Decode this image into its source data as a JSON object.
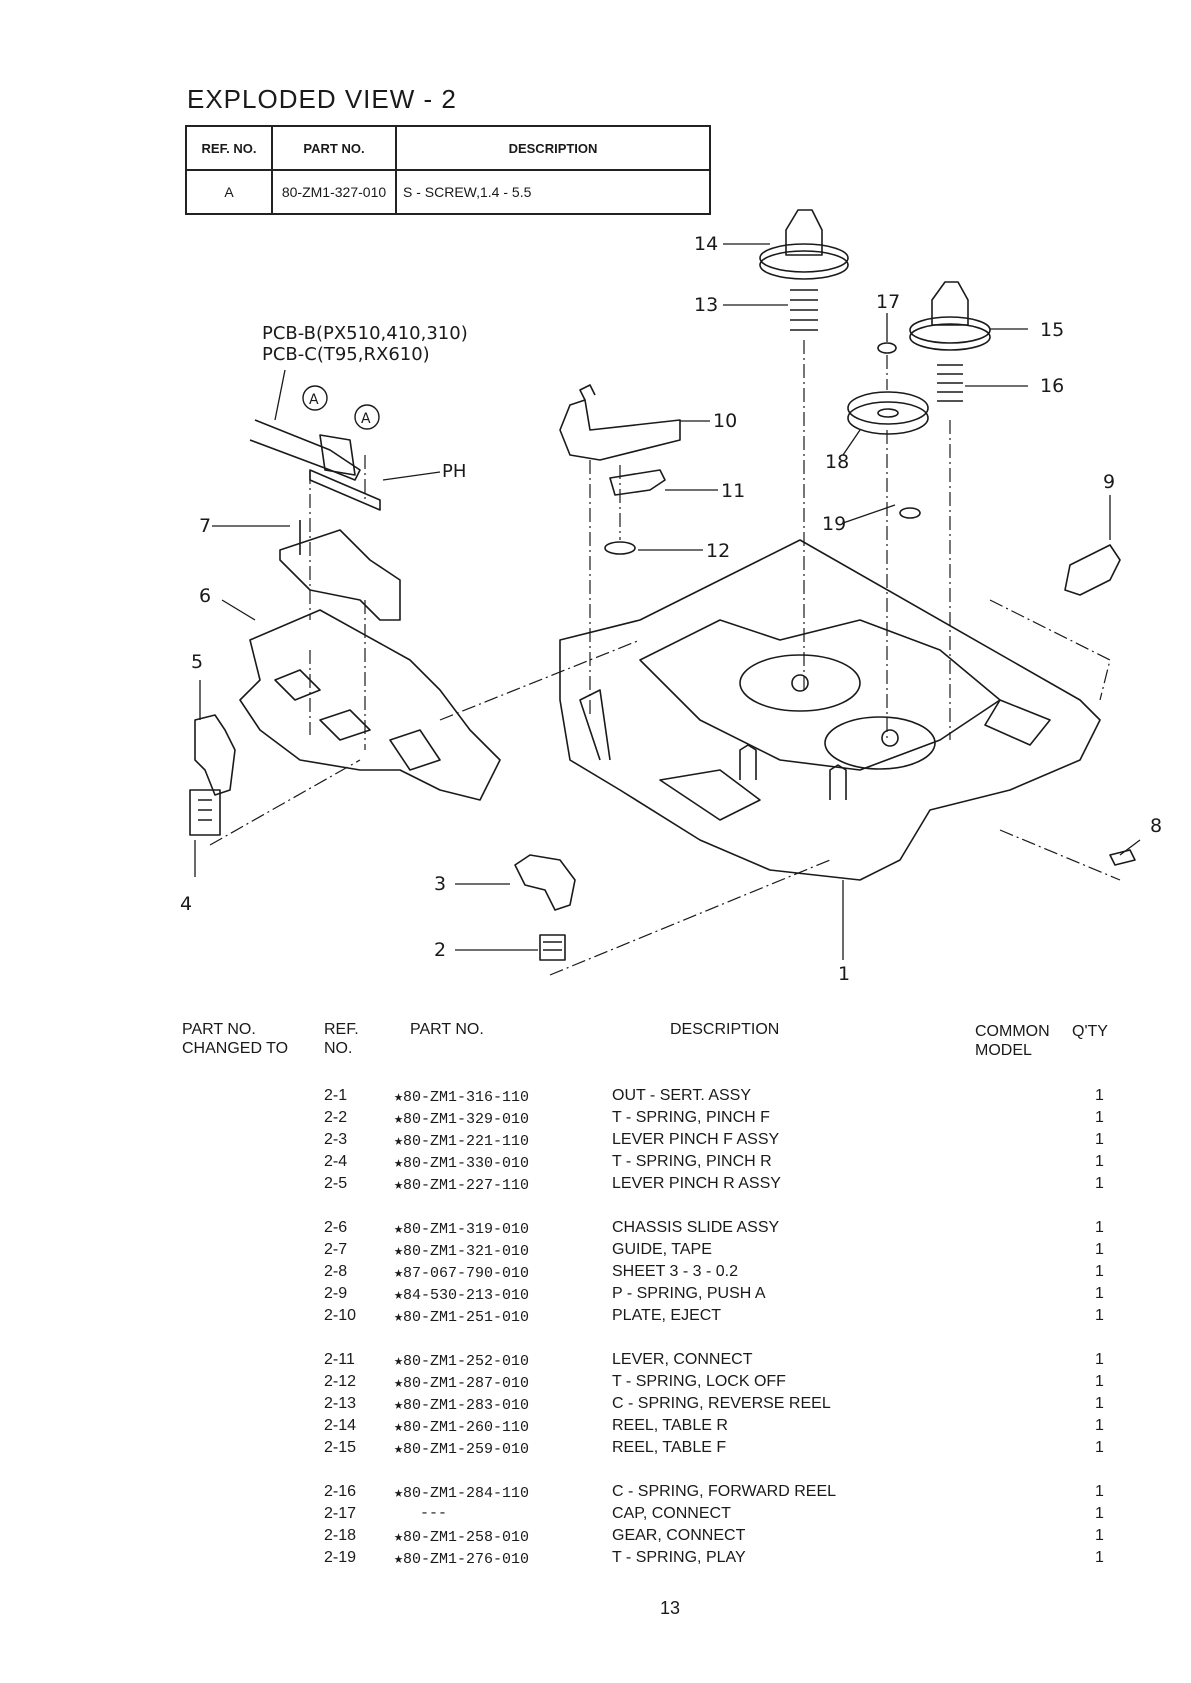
{
  "page_title": "EXPLODED VIEW - 2",
  "ref_table": {
    "headers": {
      "ref_no": "REF. NO.",
      "part_no": "PART NO.",
      "description": "DESCRIPTION"
    },
    "rows": [
      {
        "ref_no": "A",
        "part_no": "80-ZM1-327-010",
        "description": "S - SCREW,1.4 - 5.5"
      }
    ]
  },
  "diagram": {
    "pcb_label_1": "PCB-B(PX510,410,310)",
    "pcb_label_2": "PCB-C(T95,RX610)",
    "ph_label": "PH",
    "screw_marker": "A",
    "callouts": [
      "1",
      "2",
      "3",
      "4",
      "5",
      "6",
      "7",
      "8",
      "9",
      "10",
      "11",
      "12",
      "13",
      "14",
      "15",
      "16",
      "17",
      "18",
      "19"
    ]
  },
  "parts_list": {
    "headers": {
      "changed_to": "PART NO.\nCHANGED TO",
      "ref_no": "REF.\nNO.",
      "part_no": "PART NO.",
      "description": "DESCRIPTION",
      "common_model": "COMMON\nMODEL",
      "qty": "Q'TY"
    },
    "rows": [
      {
        "ref": "2-1",
        "part": "★80-ZM1-316-110",
        "desc": "OUT - SERT. ASSY",
        "qty": "1"
      },
      {
        "ref": "2-2",
        "part": "★80-ZM1-329-010",
        "desc": "T - SPRING, PINCH F",
        "qty": "1"
      },
      {
        "ref": "2-3",
        "part": "★80-ZM1-221-110",
        "desc": "LEVER PINCH F ASSY",
        "qty": "1"
      },
      {
        "ref": "2-4",
        "part": "★80-ZM1-330-010",
        "desc": "T - SPRING, PINCH R",
        "qty": "1"
      },
      {
        "ref": "2-5",
        "part": "★80-ZM1-227-110",
        "desc": "LEVER PINCH R ASSY",
        "qty": "1"
      },
      {
        "ref": "2-6",
        "part": "★80-ZM1-319-010",
        "desc": "CHASSIS SLIDE ASSY",
        "qty": "1"
      },
      {
        "ref": "2-7",
        "part": "★80-ZM1-321-010",
        "desc": "GUIDE, TAPE",
        "qty": "1"
      },
      {
        "ref": "2-8",
        "part": "★87-067-790-010",
        "desc": "SHEET 3 - 3 - 0.2",
        "qty": "1"
      },
      {
        "ref": "2-9",
        "part": "★84-530-213-010",
        "desc": "P - SPRING, PUSH A",
        "qty": "1"
      },
      {
        "ref": "2-10",
        "part": "★80-ZM1-251-010",
        "desc": "PLATE, EJECT",
        "qty": "1"
      },
      {
        "ref": "2-11",
        "part": "★80-ZM1-252-010",
        "desc": "LEVER, CONNECT",
        "qty": "1"
      },
      {
        "ref": "2-12",
        "part": "★80-ZM1-287-010",
        "desc": "T - SPRING, LOCK OFF",
        "qty": "1"
      },
      {
        "ref": "2-13",
        "part": "★80-ZM1-283-010",
        "desc": "C - SPRING, REVERSE REEL",
        "qty": "1"
      },
      {
        "ref": "2-14",
        "part": "★80-ZM1-260-110",
        "desc": "REEL, TABLE R",
        "qty": "1"
      },
      {
        "ref": "2-15",
        "part": "★80-ZM1-259-010",
        "desc": "REEL, TABLE F",
        "qty": "1"
      },
      {
        "ref": "2-16",
        "part": "★80-ZM1-284-110",
        "desc": "C - SPRING, FORWARD REEL",
        "qty": "1"
      },
      {
        "ref": "2-17",
        "part": "---",
        "desc": "CAP, CONNECT",
        "qty": "1"
      },
      {
        "ref": "2-18",
        "part": "★80-ZM1-258-010",
        "desc": "GEAR, CONNECT",
        "qty": "1"
      },
      {
        "ref": "2-19",
        "part": "★80-ZM1-276-010",
        "desc": "T - SPRING, PLAY",
        "qty": "1"
      }
    ]
  },
  "page_number": "13"
}
